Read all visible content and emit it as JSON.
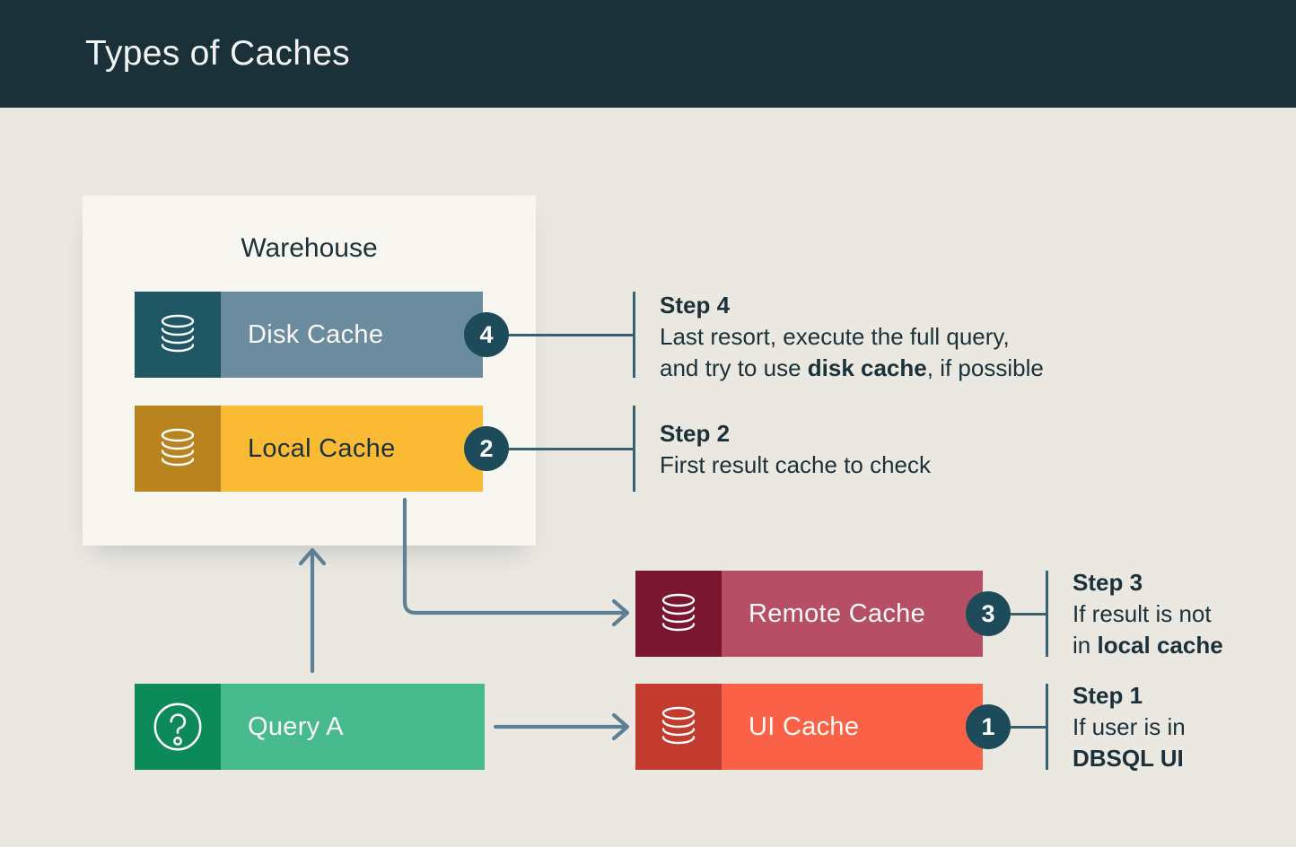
{
  "title": "Types of Caches",
  "warehouse": {
    "label": "Warehouse"
  },
  "nodes": {
    "disk": {
      "label": "Disk Cache",
      "badge": "4",
      "icon": "database-icon"
    },
    "local": {
      "label": "Local Cache",
      "badge": "2",
      "icon": "database-icon"
    },
    "remote": {
      "label": "Remote Cache",
      "badge": "3",
      "icon": "database-icon"
    },
    "ui": {
      "label": "UI Cache",
      "badge": "1",
      "icon": "database-icon"
    },
    "query": {
      "label": "Query A",
      "icon": "question-icon"
    }
  },
  "steps": {
    "s4": {
      "title": "Step 4",
      "line1": "Last resort, execute the full query,",
      "line2_pre": "and try to use ",
      "line2_bold": "disk cache",
      "line2_post": ", if possible"
    },
    "s2": {
      "title": "Step 2",
      "line1": "First result cache to check"
    },
    "s3": {
      "title": "Step 3",
      "line1": "If result is not",
      "line2_pre": "in ",
      "line2_bold": "local cache",
      "line2_post": ""
    },
    "s1": {
      "title": "Step 1",
      "line1": "If user is in",
      "line2_pre": "",
      "line2_bold": "DBSQL UI",
      "line2_post": ""
    }
  },
  "colors": {
    "header_bg": "#1B3139",
    "canvas_bg": "#EBE8E2",
    "card_bg": "#F8F6F1",
    "text_dark": "#1B3139",
    "text_light": "#FAFAF8",
    "arrow": "#5C8095",
    "connector": "#35626F",
    "badge_bg": "#1D4B5A",
    "disk_icon_bg": "#1F5765",
    "disk_body_bg": "#6B8B9E",
    "local_icon_bg": "#B9831F",
    "local_body_bg": "#FBBA33",
    "remote_icon_bg": "#7B1631",
    "remote_body_bg": "#B64F66",
    "ui_icon_bg": "#C23B2E",
    "ui_body_bg": "#FB6147",
    "query_icon_bg": "#0D8A59",
    "query_body_bg": "#47BB8D"
  }
}
